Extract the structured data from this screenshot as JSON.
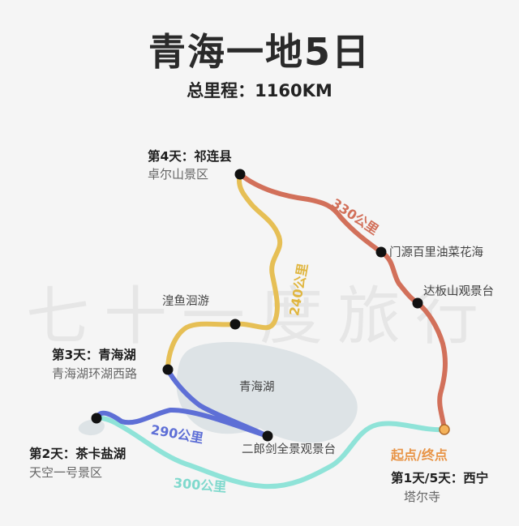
{
  "title": "青海一地5日",
  "total_distance": "总里程：1160KM",
  "watermark": "七十一度旅行",
  "lake_label": "青海湖",
  "stops": {
    "xining": {
      "day": "第1天/5天：西宁",
      "place": "塔尔寺"
    },
    "start_end": "起点/终点",
    "chaka": {
      "day": "第2天：茶卡盐湖",
      "place": "天空一号景区"
    },
    "qinghaihu": {
      "day": "第3天：青海湖",
      "place": "青海湖环湖西路"
    },
    "qilian": {
      "day": "第4天：祁连县",
      "place": "卓尔山景区"
    }
  },
  "pois": {
    "erlangjian": "二郎剑全景观景台",
    "huangyu": "湟鱼洄游",
    "menyuan": "门源百里油菜花海",
    "daban": "达板山观景台"
  },
  "segments": {
    "seg1": {
      "label": "300公里",
      "color": "#8fe3d8"
    },
    "seg2": {
      "label": "290公里",
      "color": "#5e6fd6"
    },
    "seg3": {
      "label": "240公里",
      "color": "#e6bf55"
    },
    "seg4": {
      "label": "330公里",
      "color": "#d2705a"
    }
  },
  "colors": {
    "start_point": "#f4b25a",
    "start_label": "#e89446",
    "lake": "#dde3e6",
    "marker": "#111111"
  }
}
